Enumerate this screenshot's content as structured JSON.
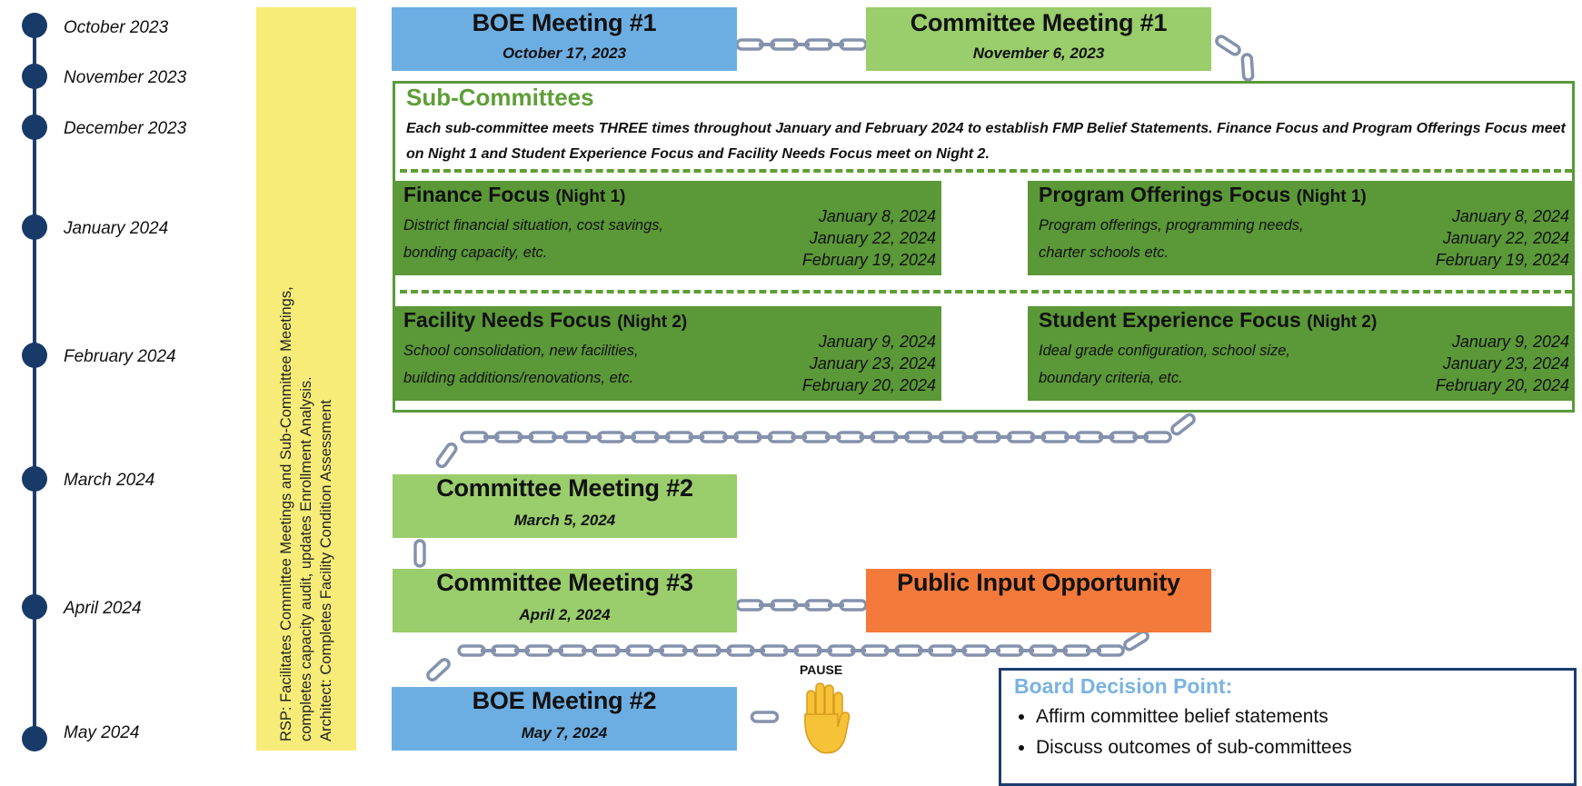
{
  "timeline": {
    "months": [
      "October 2023",
      "November 2023",
      "December 2023",
      "January 2024",
      "February 2024",
      "March 2024",
      "April 2024",
      "May 2024"
    ]
  },
  "rsp_note": {
    "line1": "RSP: Facilitates Committee Meetings and Sub-Committee Meetings,",
    "line2": "completes capacity audit, updates Enrollment Analysis.",
    "line3": "Architect: Completes Facility Condition Assessment"
  },
  "meetings": {
    "boe1": {
      "title": "BOE Meeting #1",
      "date": "October 17, 2023"
    },
    "committee1": {
      "title": "Committee Meeting #1",
      "date": "November 6, 2023"
    },
    "committee2": {
      "title": "Committee Meeting #2",
      "date": "March 5, 2024"
    },
    "committee3": {
      "title": "Committee Meeting #3",
      "date": "April 2, 2024"
    },
    "public_input": {
      "title": "Public Input Opportunity"
    },
    "boe2": {
      "title": "BOE Meeting #2",
      "date": "May 7, 2024"
    }
  },
  "subcommittees": {
    "title": "Sub-Committees",
    "description": "Each sub-committee meets THREE times throughout January and February 2024 to establish FMP Belief Statements. Finance Focus and Program Offerings Focus meet on Night 1 and Student Experience Focus and Facility Needs Focus meet on Night 2.",
    "finance": {
      "title": "Finance Focus",
      "night": "(Night 1)",
      "desc": "District financial situation, cost savings, bonding capacity, etc.",
      "dates": [
        "January 8, 2024",
        "January 22, 2024",
        "February 19, 2024"
      ]
    },
    "program": {
      "title": "Program Offerings Focus",
      "night": "(Night 1)",
      "desc": "Program offerings, programming needs, charter schools etc.",
      "dates": [
        "January 8, 2024",
        "January 22, 2024",
        "February 19, 2024"
      ]
    },
    "facility": {
      "title": "Facility Needs Focus",
      "night": "(Night 2)",
      "desc": "School consolidation, new facilities, building additions/renovations, etc.",
      "dates": [
        "January 9, 2024",
        "January 23, 2024",
        "February 20, 2024"
      ]
    },
    "student": {
      "title": "Student Experience Focus",
      "night": "(Night 2)",
      "desc": "Ideal grade configuration, school size, boundary criteria, etc.",
      "dates": [
        "January 9, 2024",
        "January 23, 2024",
        "February 20, 2024"
      ]
    }
  },
  "pause": {
    "label": "PAUSE"
  },
  "decision": {
    "title": "Board Decision Point:",
    "items": [
      "Affirm committee belief statements",
      "Discuss outcomes of sub-committees"
    ]
  },
  "colors": {
    "timeline": "#173a69",
    "boe": "#6daee2",
    "committee": "#9acd6b",
    "focus": "#5b9838",
    "public_input": "#f47a3c",
    "rsp": "#f7ec78",
    "chain": "#8592ad"
  }
}
